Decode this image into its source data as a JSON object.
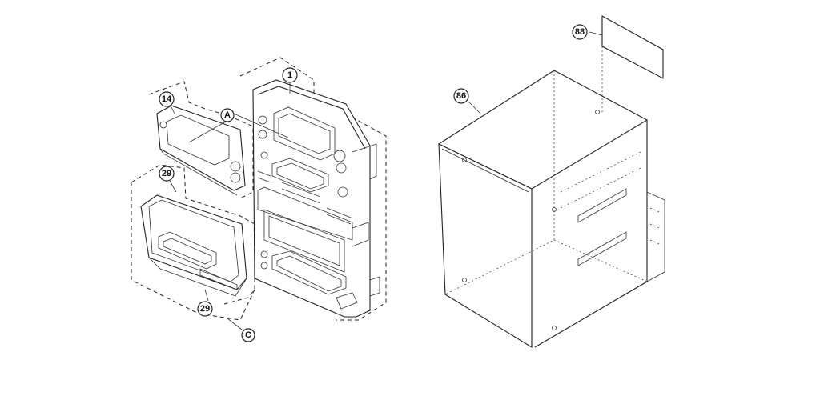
{
  "callouts": [
    {
      "id": "88",
      "text": "88"
    },
    {
      "id": "86",
      "text": "86"
    },
    {
      "id": "1",
      "text": "1"
    },
    {
      "id": "14",
      "text": "14"
    },
    {
      "id": "A",
      "text": "A"
    },
    {
      "id": "29a",
      "text": "29"
    },
    {
      "id": "29b",
      "text": "29"
    },
    {
      "id": "C",
      "text": "C"
    }
  ]
}
